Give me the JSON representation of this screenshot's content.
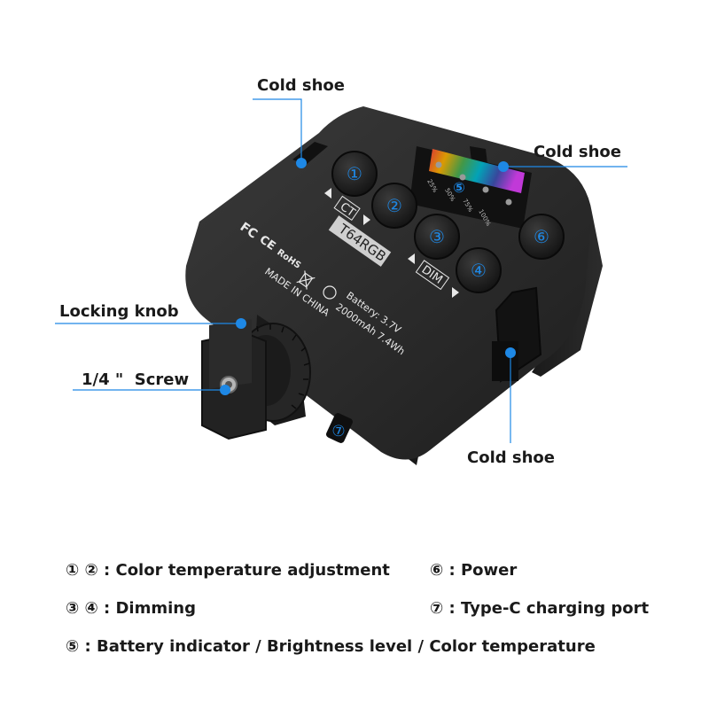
{
  "callouts": {
    "cold_shoe_top": "Cold shoe",
    "cold_shoe_right": "Cold shoe",
    "cold_shoe_bottom": "Cold shoe",
    "locking_knob": "Locking knob",
    "screw": "1/4 \"  Screw"
  },
  "device": {
    "model": "T64RGB",
    "ct_label": "CT",
    "dim_label": "DIM",
    "battery_spec": "Battery: 3.7V",
    "capacity_spec": "2000mAh 7.4Wh",
    "made_in": "MADE IN CHINA",
    "cert_fc": "FC",
    "cert_ce": "CE",
    "cert_rohs": "RoHS",
    "buttons": [
      "①",
      "②",
      "③",
      "④",
      "⑥"
    ],
    "indicator_marker": "⑤",
    "port_marker": "⑦",
    "indicator_levels": [
      "25%",
      "50%",
      "75%",
      "100%"
    ]
  },
  "legend": [
    {
      "nums": "① ②",
      "text": " : Color temperature adjustment"
    },
    {
      "nums": "⑥",
      "text": " : Power"
    },
    {
      "nums": "③ ④",
      "text": " : Dimming"
    },
    {
      "nums": "⑦",
      "text": " : Type-C charging port"
    },
    {
      "nums": "⑤",
      "text": " : Battery indicator / Brightness level / Color temperature"
    }
  ],
  "colors": {
    "accent": "#1e88e5",
    "body": "#2a2a2a",
    "button": "#1f1f1f",
    "button_number": "#1e88e5"
  }
}
